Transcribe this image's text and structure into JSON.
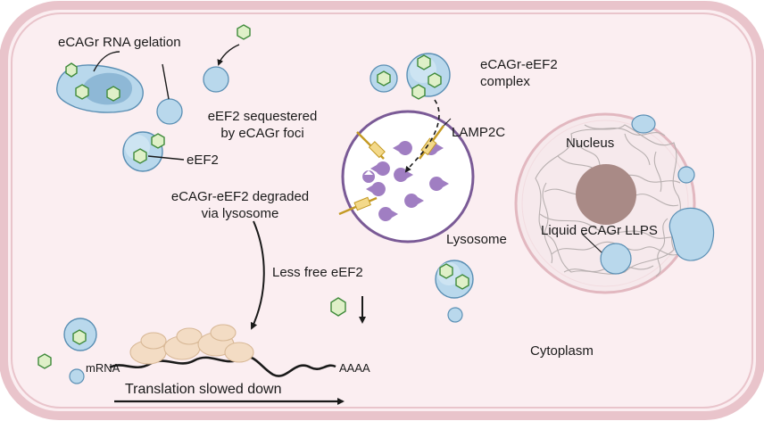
{
  "labels": {
    "rna_gelation": "eCAGr RNA gelation",
    "sequestered_line1": "eEF2 sequestered",
    "sequestered_line2": "by eCAGr foci",
    "eef2": "eEF2",
    "degraded_line1": "eCAGr-eEF2 degraded",
    "degraded_line2": "via lysosome",
    "less_free": "Less free eEF2",
    "mrna": "mRNA",
    "polya": "AAAA",
    "translation": "Translation slowed down",
    "complex_line1": "eCAGr-eEF2",
    "complex_line2": "complex",
    "lamp2c": "LAMP2C",
    "lysosome": "Lysosome",
    "nucleus": "Nucleus",
    "liquid_llps": "Liquid eCAGr LLPS",
    "cytoplasm": "Cytoplasm"
  },
  "colors": {
    "cell_fill": "#fbeef1",
    "cell_border": "#e9c4cb",
    "droplet_fill": "#b9d8ec",
    "droplet_stroke": "#5a8fb4",
    "gel_fill": "#8eb8d6",
    "hexagon_fill": "#dff0c8",
    "hexagon_stroke": "#3f8a3a",
    "lysosome_border": "#7a5a96",
    "lysosome_fill": "#ffffff",
    "cargo_fill": "#a07ec2",
    "lamp2c_fill": "#f3d98a",
    "lamp2c_stroke": "#c49a24",
    "nucleus_fill": "#f6e9ec",
    "nucleus_border": "#e2b8c0",
    "nucleolus_fill": "#a98a86",
    "ribosome_fill": "#f3dcc4"
  }
}
